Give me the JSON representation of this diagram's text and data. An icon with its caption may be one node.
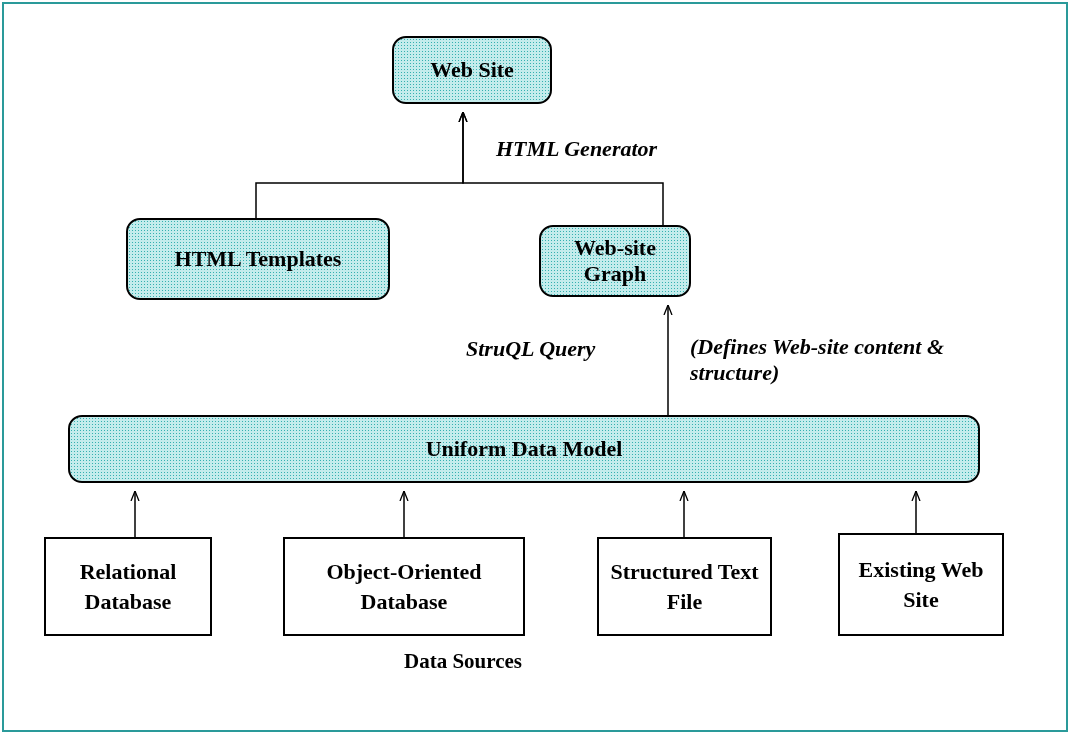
{
  "diagram": {
    "nodes": [
      {
        "text": [
          "Web Site"
        ]
      },
      {
        "text": [
          "HTML Templates"
        ]
      },
      {
        "text": [
          "Web-site Graph"
        ]
      },
      {
        "text": [
          "Uniform Data Model"
        ]
      },
      {
        "text": [
          "Relational Database"
        ]
      },
      {
        "text": [
          "Object-Oriented Database"
        ]
      },
      {
        "text": [
          "Structured Text File"
        ]
      },
      {
        "text": [
          "Existing Web Site"
        ]
      }
    ],
    "edges": [
      {
        "from": 1,
        "to": 0,
        "arrow": "to",
        "label": "HTML Generator"
      },
      {
        "from": 2,
        "to": 0,
        "arrow": "to"
      },
      {
        "from": 3,
        "to": 2,
        "arrow": "to",
        "label": "StruQL Query"
      },
      {
        "from": 4,
        "to": 3,
        "arrow": "to"
      },
      {
        "from": 5,
        "to": 3,
        "arrow": "to"
      },
      {
        "from": 6,
        "to": 3,
        "arrow": "to"
      },
      {
        "from": 7,
        "to": 3,
        "arrow": "to"
      }
    ],
    "labels": [
      "(Defines Web-site content & structure)",
      "Data Sources"
    ]
  }
}
